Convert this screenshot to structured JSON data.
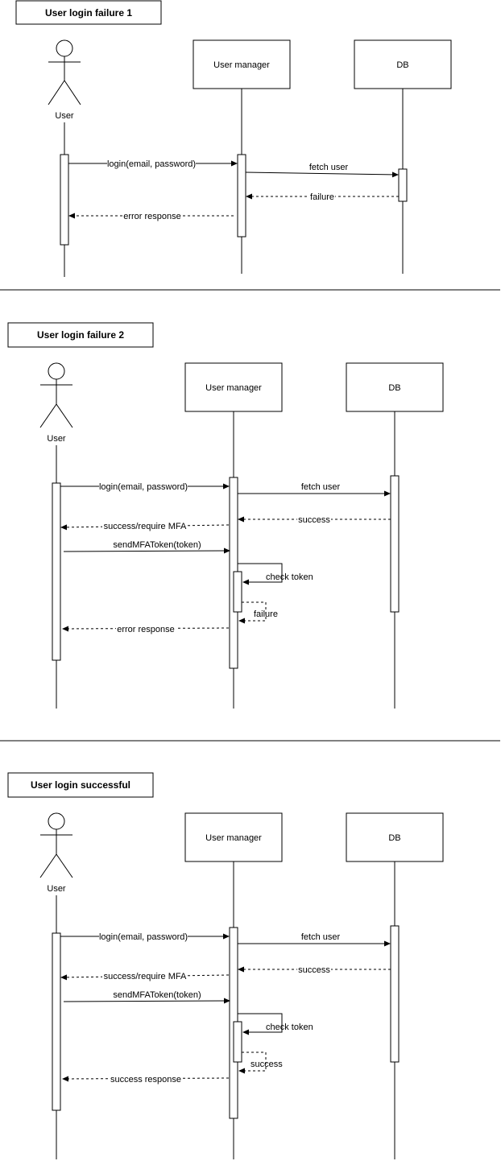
{
  "diagrams": [
    {
      "title": "User login failure 1",
      "actor": "User",
      "participants": [
        "User manager",
        "DB"
      ],
      "messages": [
        "login(email, password)",
        "fetch user",
        "failure",
        "error response"
      ]
    },
    {
      "title": "User login failure 2",
      "actor": "User",
      "participants": [
        "User manager",
        "DB"
      ],
      "messages": [
        "login(email, password)",
        "fetch user",
        "success",
        "success/require MFA",
        "sendMFAToken(token)",
        "check token",
        "failure",
        "error response"
      ]
    },
    {
      "title": "User login successful",
      "actor": "User",
      "participants": [
        "User manager",
        "DB"
      ],
      "messages": [
        "login(email, password)",
        "fetch user",
        "success",
        "success/require MFA",
        "sendMFAToken(token)",
        "check token",
        "success",
        "success response"
      ]
    }
  ]
}
